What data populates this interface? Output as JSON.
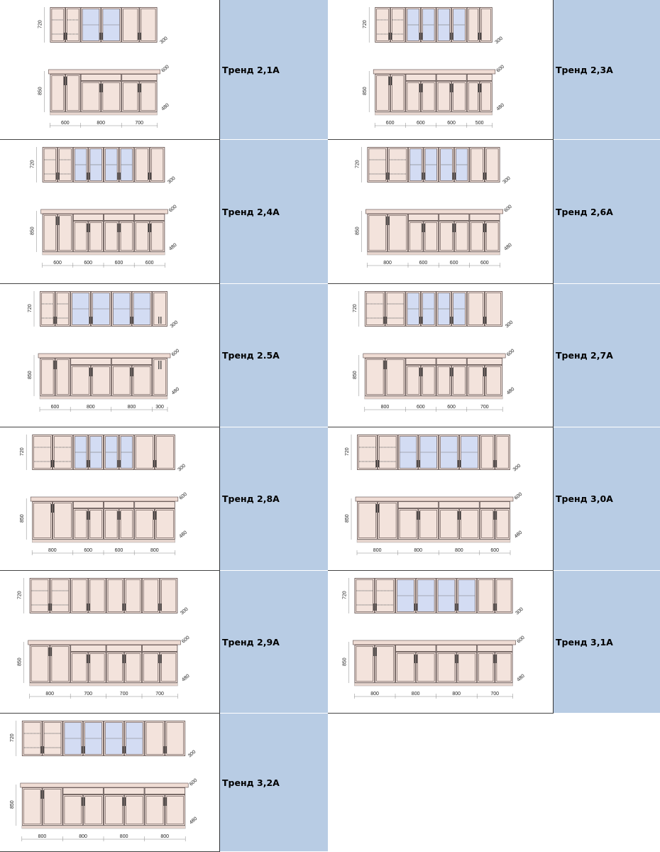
{
  "dims": {
    "upper_height": "720",
    "upper_depth": "300",
    "lower_height": "850",
    "counter_depth": "600",
    "lower_depth": "480"
  },
  "colors": {
    "label_bg": "#b8cce4",
    "cabinet": "#f3e3dc",
    "glass": "#d3dcf3",
    "frame": "#5a4a48"
  },
  "kitchens": [
    {
      "label": "Тренд 2,1А",
      "widths": [
        "600",
        "800",
        "700"
      ],
      "upper": [
        "dish",
        "glass",
        "solid"
      ]
    },
    {
      "label": "Тренд 2,3А",
      "widths": [
        "600",
        "600",
        "600",
        "500"
      ],
      "upper": [
        "dish",
        "glass",
        "glass",
        "solid"
      ]
    },
    {
      "label": "Тренд 2,4А",
      "widths": [
        "600",
        "600",
        "600",
        "600"
      ],
      "upper": [
        "dish",
        "glass",
        "glass",
        "solid"
      ]
    },
    {
      "label": "Тренд 2,6А",
      "widths": [
        "800",
        "600",
        "600",
        "600"
      ],
      "upper": [
        "dish",
        "glass",
        "glass",
        "solid"
      ]
    },
    {
      "label": "Тренд 2.5А",
      "widths": [
        "600",
        "800",
        "800",
        "300"
      ],
      "upper": [
        "dish",
        "glass",
        "glass",
        "solid"
      ]
    },
    {
      "label": "Тренд 2,7А",
      "widths": [
        "800",
        "600",
        "600",
        "700"
      ],
      "upper": [
        "dish",
        "glass",
        "glass",
        "solid"
      ]
    },
    {
      "label": "Тренд 2,8А",
      "widths": [
        "800",
        "600",
        "600",
        "800"
      ],
      "upper": [
        "dish",
        "glass",
        "glass",
        "solid"
      ]
    },
    {
      "label": "Тренд 3,0А",
      "widths": [
        "800",
        "800",
        "800",
        "600"
      ],
      "upper": [
        "dish",
        "glass",
        "glass",
        "solid"
      ]
    },
    {
      "label": "Тренд 2,9А",
      "widths": [
        "800",
        "700",
        "700",
        "700"
      ],
      "upper": [
        "dish",
        "solid",
        "solid",
        "solid"
      ]
    },
    {
      "label": "Тренд 3,1А",
      "widths": [
        "800",
        "800",
        "800",
        "700"
      ],
      "upper": [
        "dish",
        "glass",
        "glass",
        "solid"
      ]
    },
    {
      "label": "Тренд 3,2А",
      "widths": [
        "800",
        "800",
        "800",
        "800"
      ],
      "upper": [
        "dish",
        "glass",
        "glass",
        "solid"
      ]
    }
  ]
}
